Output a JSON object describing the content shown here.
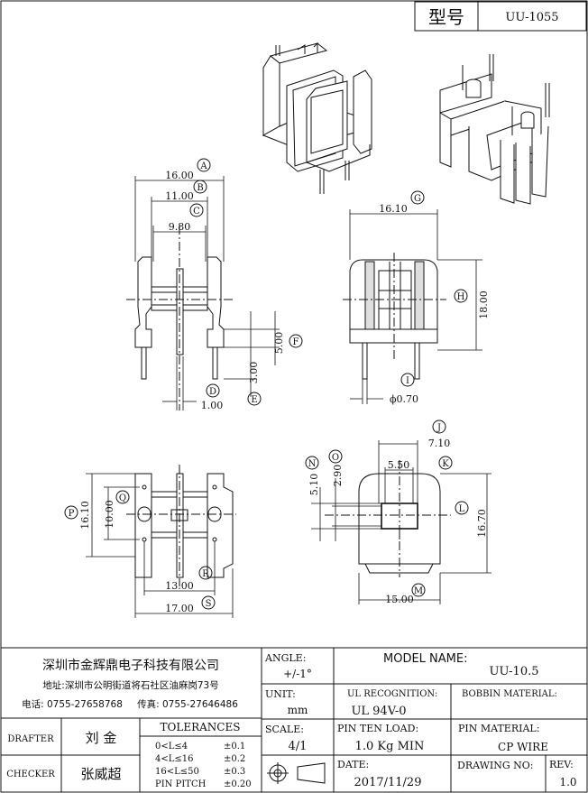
{
  "header": {
    "model_label": "型号",
    "model_value": "UU-1055"
  },
  "dimensions": {
    "front": {
      "a": "16.00",
      "b": "11.00",
      "c": "9.80",
      "d": "1.00",
      "e": "3.00",
      "f": "5.00"
    },
    "side": {
      "g": "16.10",
      "h": "18.00",
      "pin": "ϕ0.70"
    },
    "bottom": {
      "p": "16.10",
      "q": "10.00",
      "r": "13.00",
      "s": "17.00"
    },
    "marking": {
      "j": "7.10",
      "k": "5.50",
      "n": "5.10",
      "o": "2.90",
      "l": "16.70",
      "m": "15.00"
    }
  },
  "callouts": [
    "A",
    "B",
    "C",
    "D",
    "E",
    "F",
    "G",
    "H",
    "I",
    "J",
    "K",
    "L",
    "M",
    "N",
    "O",
    "P",
    "Q",
    "R",
    "S"
  ],
  "company": {
    "name": "深圳市金辉鼎电子科技有限公司",
    "address": "地址:深圳市公明街道将石社区油麻岗73号",
    "phone": "电话: 0755-27658768",
    "fax": "传真: 0755-27646486"
  },
  "title_block": {
    "angle_label": "ANGLE:",
    "angle_value": "+/-1°",
    "unit_label": "UNIT:",
    "unit_value": "mm",
    "scale_label": "SCALE:",
    "scale_value": "4/1",
    "model_name_label": "MODEL NAME:",
    "model_name_value": "UU-10.5",
    "ul_label": "UL RECOGNITION:",
    "ul_value": "UL 94V-0",
    "bobbin_label": "BOBBIN MATERIAL:",
    "pin_load_label": "PIN TEN LOAD:",
    "pin_load_value": "1.0 Kg MIN",
    "pin_material_label": "PIN MATERIAL:",
    "pin_material_value": "CP WIRE",
    "date_label": "DATE:",
    "date_value": "2017/11/29",
    "drawing_no_label": "DRAWING NO:",
    "rev_label": "REV:",
    "rev_value": "1.0",
    "drafter_label": "DRAFTER",
    "drafter_value": "刘 金",
    "checker_label": "CHECKER",
    "checker_value": "张威超",
    "tolerances_label": "TOLERANCES",
    "tolerances": [
      {
        "range": "0<L≤4",
        "value": "±0.1"
      },
      {
        "range": "4<L≤16",
        "value": "±0.2"
      },
      {
        "range": "16<L≤50",
        "value": "±0.3"
      },
      {
        "range": "PIN PITCH",
        "value": "±0.20"
      }
    ]
  }
}
